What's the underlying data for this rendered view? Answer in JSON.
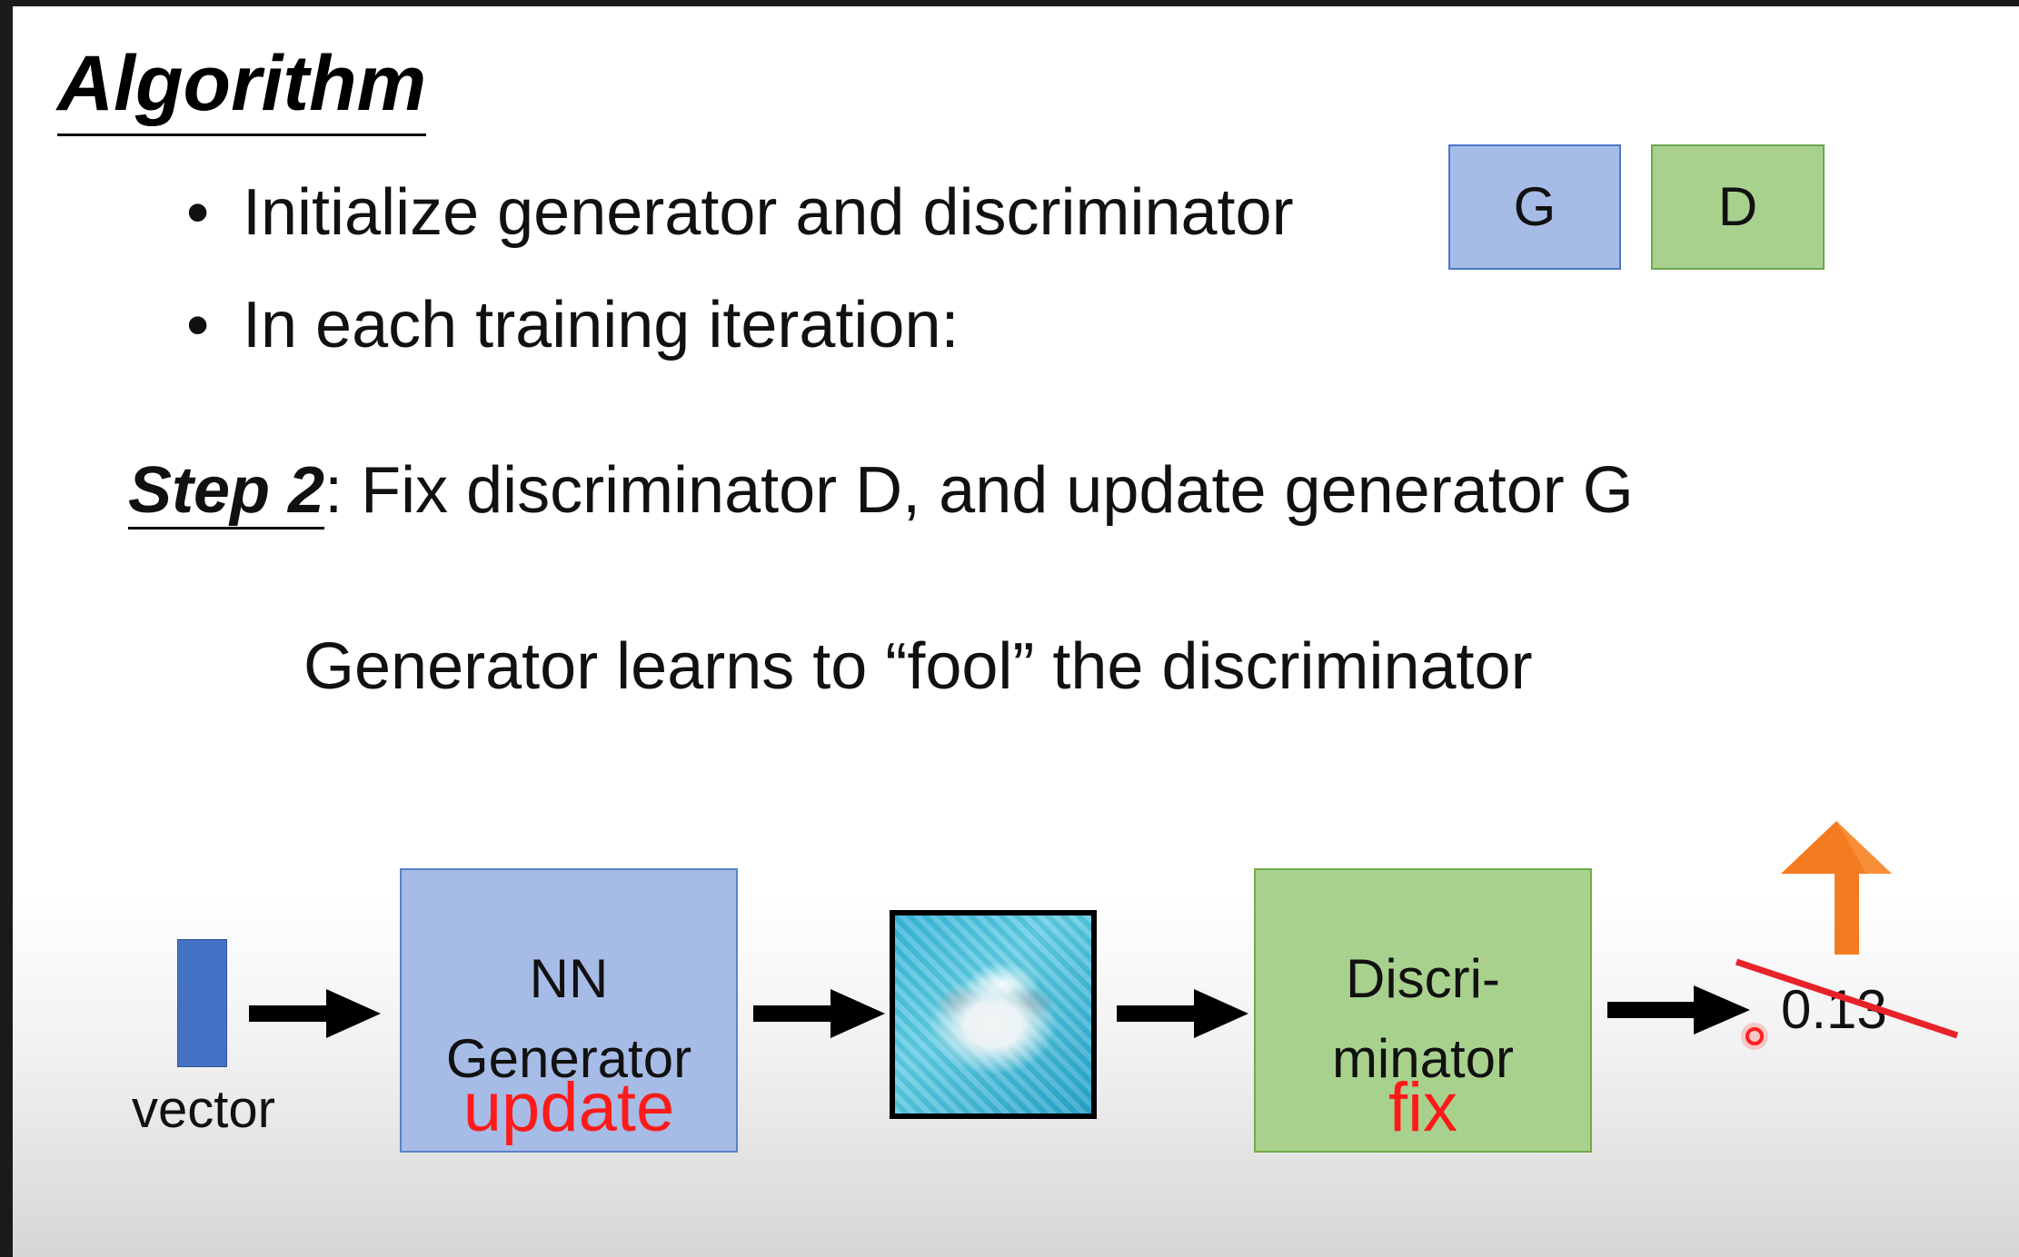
{
  "slide": {
    "title": "Algorithm",
    "bullets": [
      "Initialize generator and discriminator",
      "In each training iteration:"
    ],
    "bullet_symbol": "•",
    "g_box_label": "G",
    "d_box_label": "D",
    "step": {
      "label": "Step 2",
      "text": ": Fix discriminator D, and update generator G"
    },
    "subtitle": "Generator learns to “fool” the discriminator"
  },
  "diagram": {
    "vector_label": "vector",
    "generator": {
      "line1": "NN",
      "line2": "Generator",
      "action": "update"
    },
    "discriminator": {
      "line1": "Discri-",
      "line2": "minator",
      "action": "fix"
    },
    "output_value": "0.13",
    "colors": {
      "generator_fill": "#a6bbe6",
      "discriminator_fill": "#a9d18e",
      "vector_fill": "#4472c4",
      "action_text": "#ff1a1a",
      "up_arrow": "#f47b20",
      "strike_line": "#e8222a"
    }
  }
}
